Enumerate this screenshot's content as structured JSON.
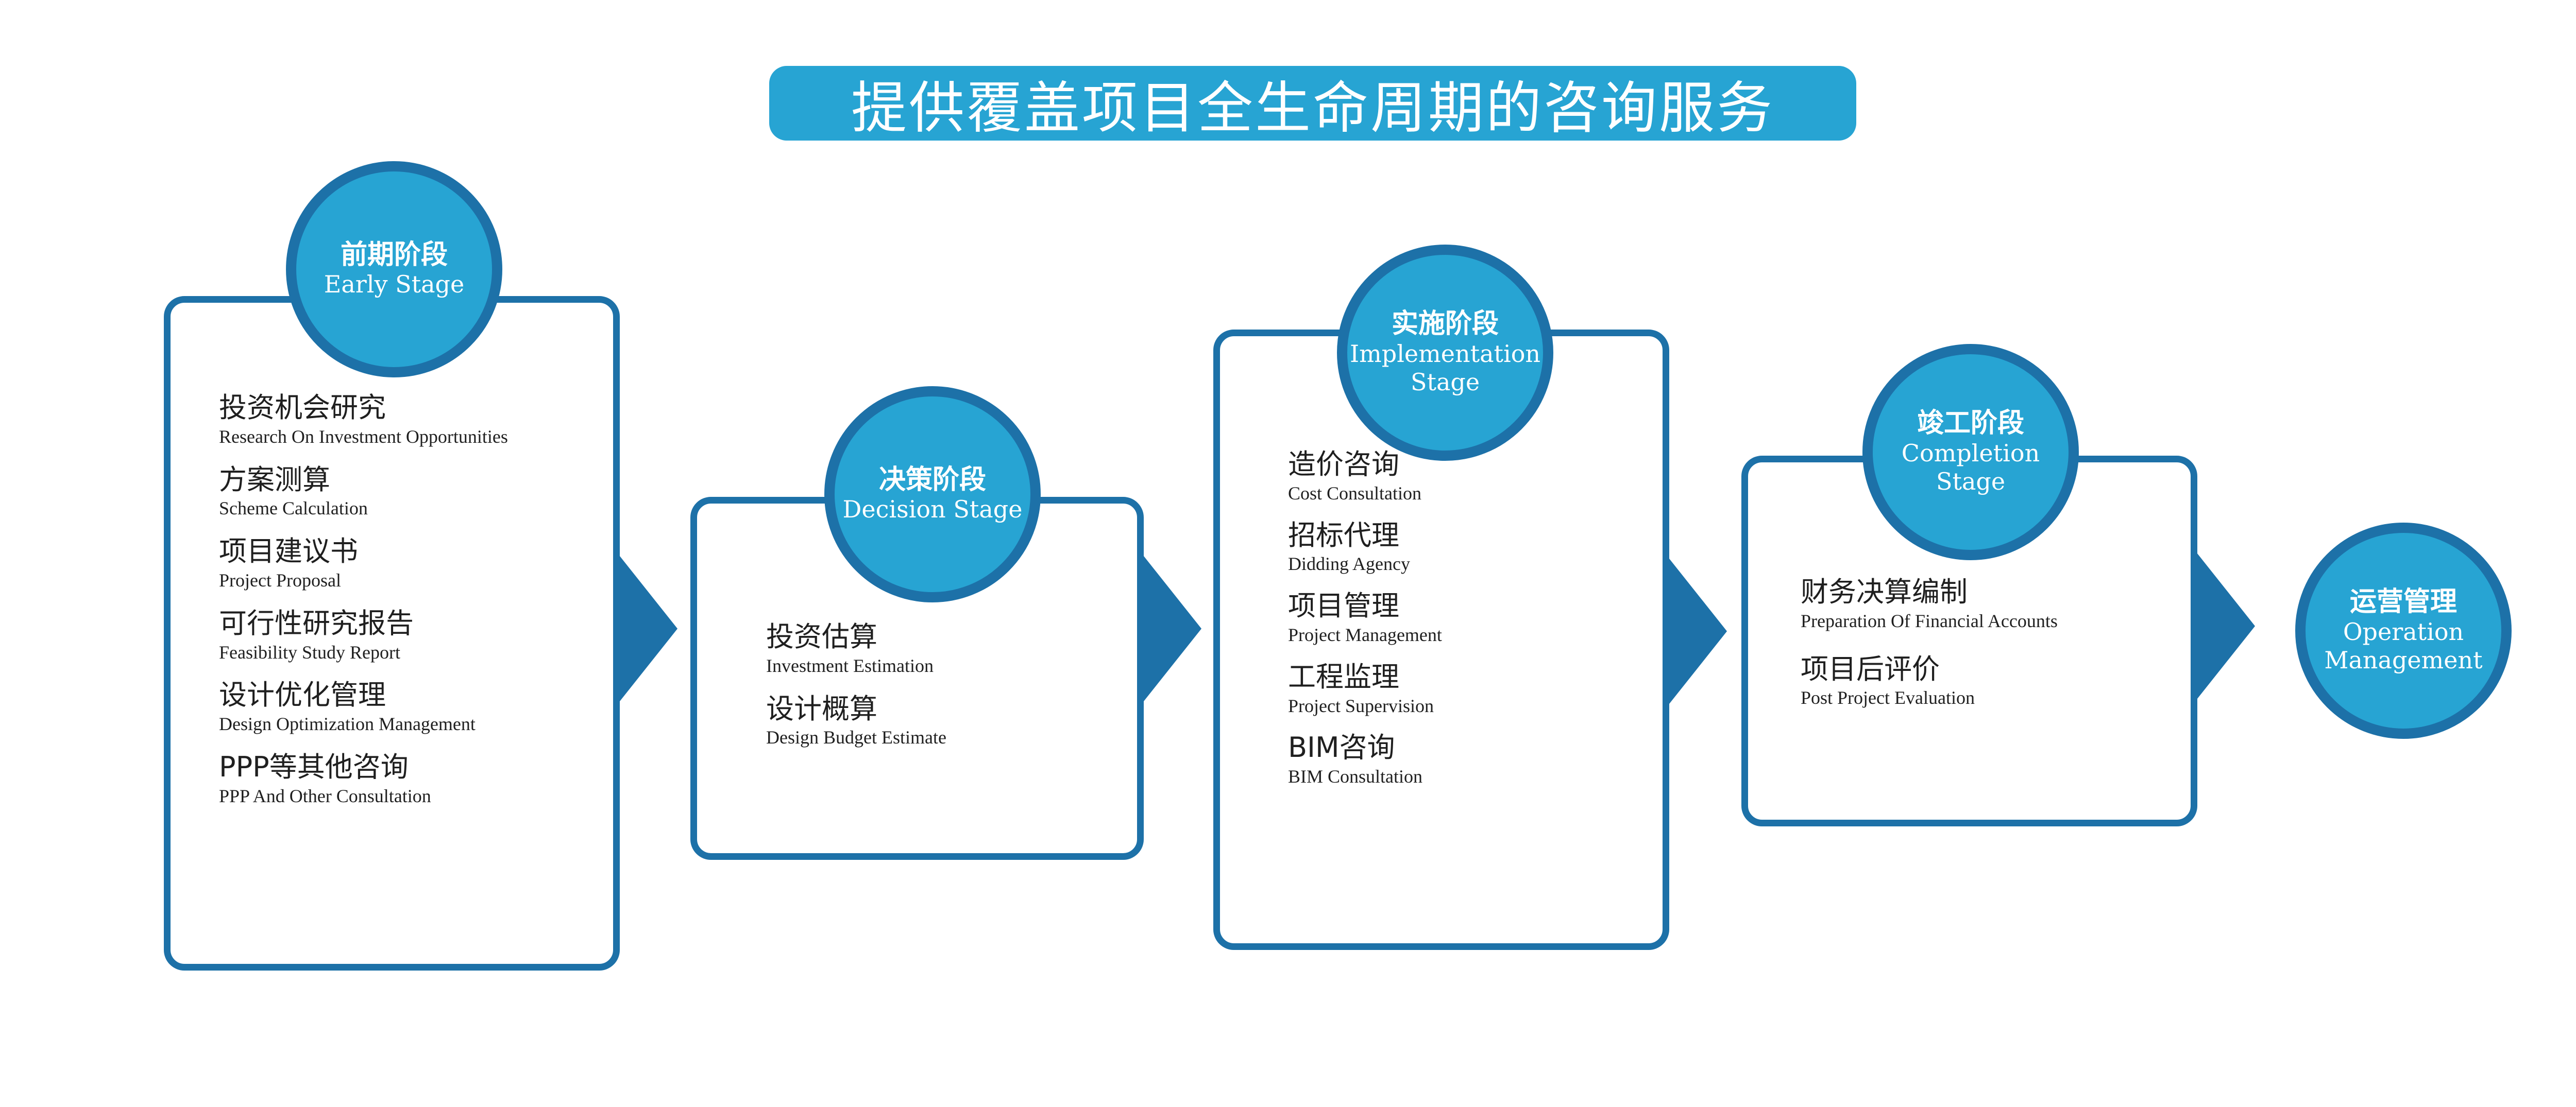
{
  "title": "提供覆盖项目全生命周期的咨询服务",
  "colors": {
    "accent": "#27a4d3",
    "border": "#1d71a8",
    "text": "#1f1f1f"
  },
  "stages": [
    {
      "zh": "前期阶段",
      "en": "Early  Stage",
      "items": [
        {
          "zh": "投资机会研究",
          "en": "Research On Investment Opportunities"
        },
        {
          "zh": "方案测算",
          "en": "Scheme Calculation"
        },
        {
          "zh": "项目建议书",
          "en": "Project Proposal"
        },
        {
          "zh": "可行性研究报告",
          "en": "Feasibility Study Report"
        },
        {
          "zh": "设计优化管理",
          "en": "Design Optimization Management"
        },
        {
          "zh": "PPP等其他咨询",
          "en": "PPP And Other Consultation"
        }
      ]
    },
    {
      "zh": "决策阶段",
      "en": "Decision Stage",
      "items": [
        {
          "zh": "投资估算",
          "en": "Investment Estimation"
        },
        {
          "zh": "设计概算",
          "en": "Design Budget Estimate"
        }
      ]
    },
    {
      "zh": "实施阶段",
      "en": "Implementation",
      "en2": "Stage",
      "items": [
        {
          "zh": "造价咨询",
          "en": "Cost Consultation"
        },
        {
          "zh": "招标代理",
          "en": "Didding Agency"
        },
        {
          "zh": "项目管理",
          "en": "Project Management"
        },
        {
          "zh": "工程监理",
          "en": "Project Supervision"
        },
        {
          "zh": "BIM咨询",
          "en": "BIM Consultation"
        }
      ]
    },
    {
      "zh": "竣工阶段",
      "en": "Completion Stage",
      "items": [
        {
          "zh": "财务决算编制",
          "en": "Preparation Of Financial Accounts"
        },
        {
          "zh": "项目后评价",
          "en": "Post Project Evaluation"
        }
      ]
    },
    {
      "zh": "运营管理",
      "en": "Operation",
      "en2": "Management",
      "items": []
    }
  ]
}
